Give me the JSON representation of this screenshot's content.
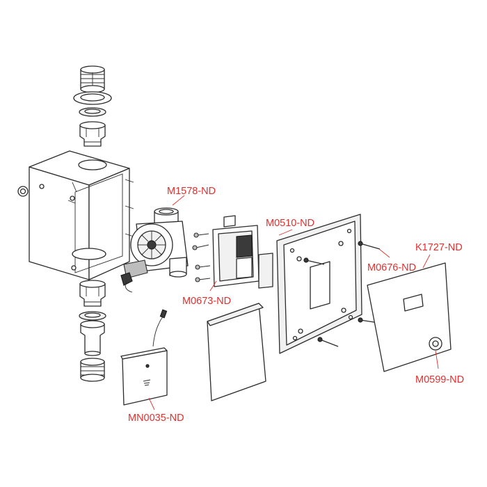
{
  "colors": {
    "callout": "#e0302f",
    "outline": "#2b2b2b",
    "fill": "#ffffff"
  },
  "callouts": {
    "valve": "M1578-ND",
    "bracket": "M0673-ND",
    "mount_plate": "M0510-ND",
    "screws": "M0676-ND",
    "cover_plate": "K1727-ND",
    "button": "M0599-ND",
    "power_unit": "MN0035-ND"
  }
}
